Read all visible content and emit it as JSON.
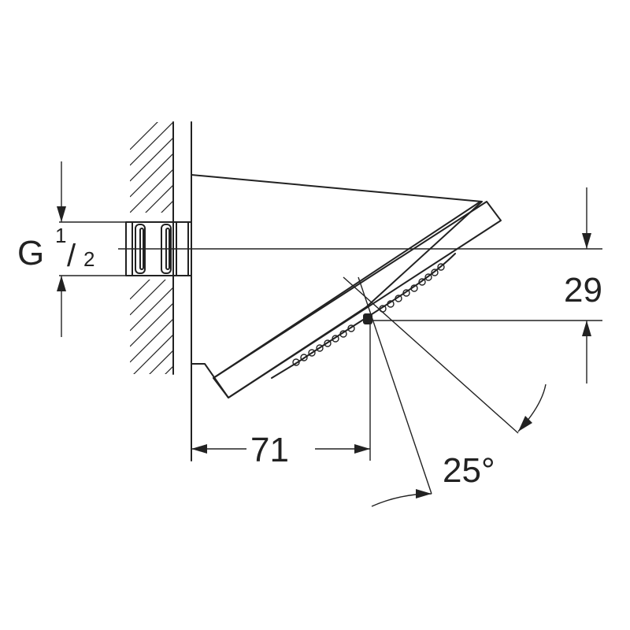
{
  "thread_label": {
    "prefix": "G",
    "numerator": "1",
    "slash": "/",
    "denominator": "2"
  },
  "dimensions": {
    "height_offset": "29",
    "projection": "71",
    "tilt_angle": "25°"
  }
}
